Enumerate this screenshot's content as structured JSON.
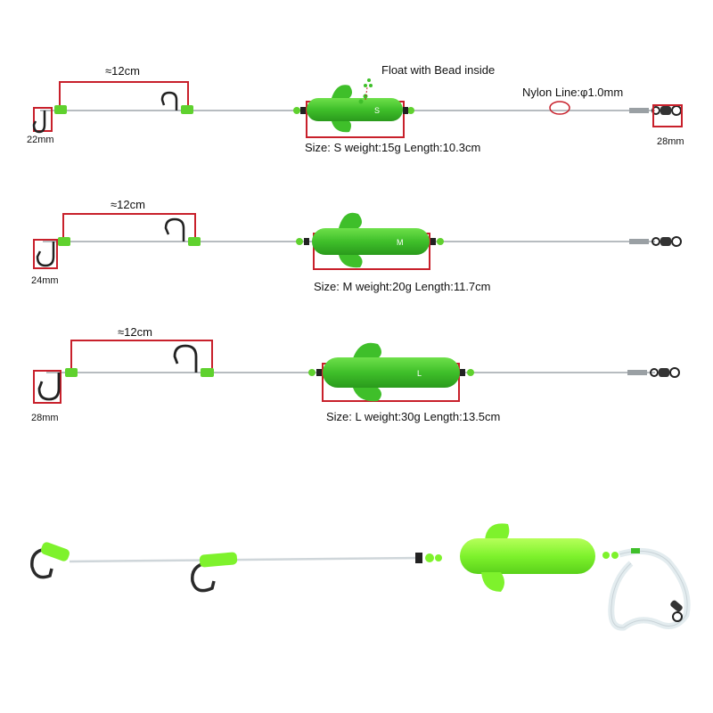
{
  "colors": {
    "float_green": "#3fbf2a",
    "bead_green": "#5fd12e",
    "annotation_red": "#c8202b",
    "line_grey": "#b7bcc0",
    "hook_dark": "#222222",
    "tube_white": "#e8eef0"
  },
  "annotations": {
    "float_note": "Float with Bead inside",
    "nylon_note": "Nylon  Line:φ1.0mm"
  },
  "rigs": [
    {
      "hook_span_label": "≈12cm",
      "hook_size_label": "22mm",
      "swivel_size_label": "28mm",
      "float_letter": "S",
      "spec_label": "Size: S  weight:15g Length:10.3cm"
    },
    {
      "hook_span_label": "≈12cm",
      "hook_size_label": "24mm",
      "float_letter": "M",
      "spec_label": "Size: M  weight:20g Length:11.7cm"
    },
    {
      "hook_span_label": "≈12cm",
      "hook_size_label": "28mm",
      "float_letter": "L",
      "spec_label": "Size: L  weight:30g Length:13.5cm"
    }
  ],
  "icons": {
    "hook": "fishing-hook-icon",
    "swivel": "barrel-swivel-icon",
    "float": "popup-float-icon",
    "bead": "bead-icon"
  }
}
